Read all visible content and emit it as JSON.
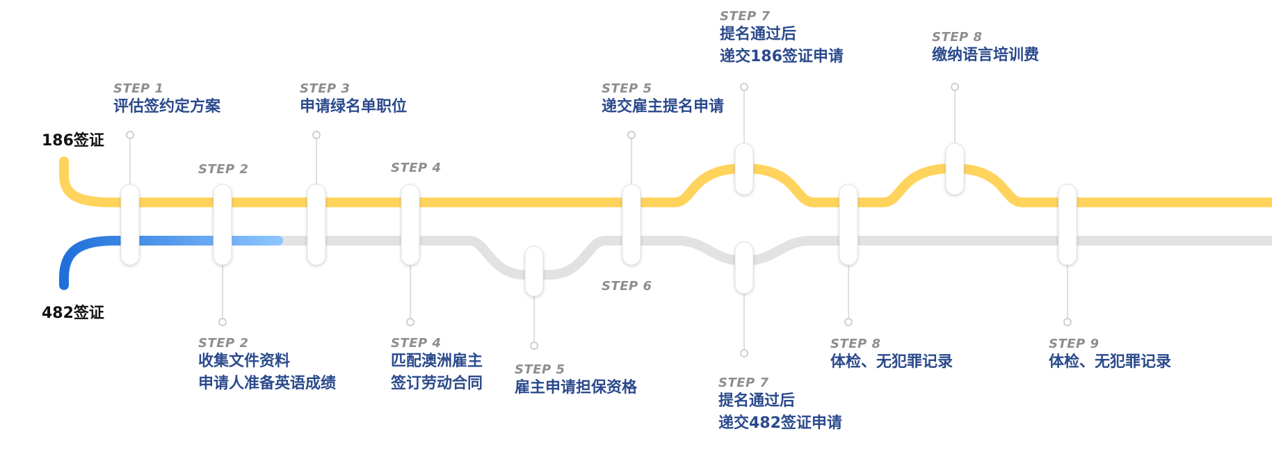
{
  "visas": {
    "v186": "186签证",
    "v482": "482签证"
  },
  "colors": {
    "yellow": "#FFD35C",
    "gray": "#E2E2E2",
    "blue_start": "#1E6FD9",
    "blue_end": "#8EC6FF",
    "step_text": "#8E8E8E",
    "desc_text": "#2B4A8C"
  },
  "top_steps": [
    {
      "step": "STEP 1",
      "lines": [
        "评估签约定方案"
      ]
    },
    {
      "step": "STEP 2",
      "lines": []
    },
    {
      "step": "STEP 3",
      "lines": [
        "申请绿名单职位"
      ]
    },
    {
      "step": "STEP 4",
      "lines": []
    },
    {
      "step": "STEP 5",
      "lines": [
        "递交雇主提名申请"
      ]
    },
    {
      "step": "STEP 7",
      "lines": [
        "提名通过后",
        "递交186签证申请"
      ]
    },
    {
      "step": "STEP 8",
      "lines": [
        "缴纳语言培训费"
      ]
    }
  ],
  "bottom_steps": [
    {
      "step": "STEP 2",
      "lines": [
        "收集文件资料",
        "申请人准备英语成绩"
      ]
    },
    {
      "step": "STEP 4",
      "lines": [
        "匹配澳洲雇主",
        "签订劳动合同"
      ]
    },
    {
      "step": "STEP 5",
      "lines": [
        "雇主申请担保资格"
      ]
    },
    {
      "step": "STEP 6",
      "lines": []
    },
    {
      "step": "STEP 7",
      "lines": [
        "提名通过后",
        "递交482签证申请"
      ]
    },
    {
      "step": "STEP 8",
      "lines": [
        "体检、无犯罪记录"
      ]
    },
    {
      "step": "STEP 9",
      "lines": [
        "体检、无犯罪记录"
      ]
    }
  ]
}
